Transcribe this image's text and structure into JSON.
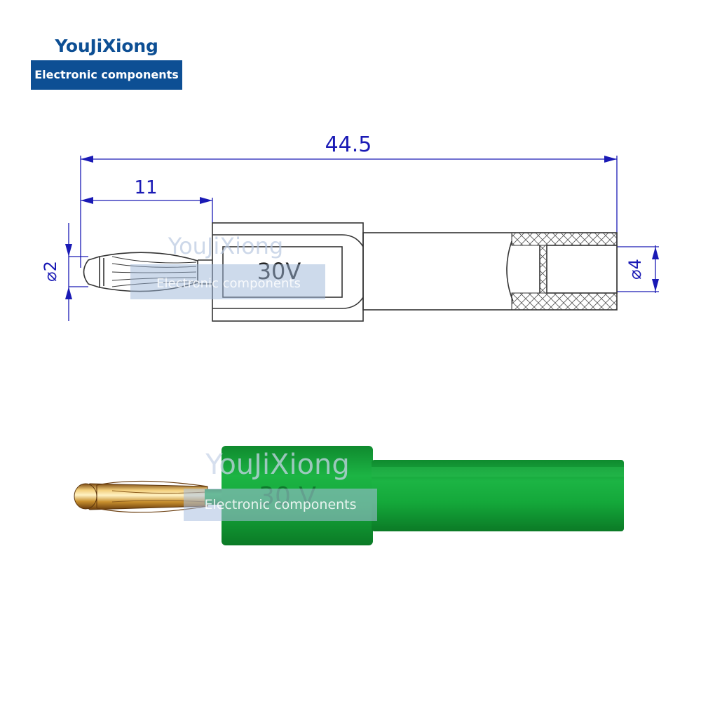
{
  "brand": {
    "name": "YouJiXiong",
    "tagline": "Electronic components",
    "color": "#0d4f94"
  },
  "drawing": {
    "overall_length": "44.5",
    "tip_length": "11",
    "tip_diameter": "⌀2",
    "socket_diameter": "⌀4",
    "voltage_marking": "30V",
    "dimension_color": "#1a1ab5"
  },
  "product_photo": {
    "body_color": "#14a83a",
    "plug_color": "gold",
    "printed_marking": "30 V"
  },
  "watermark": {
    "name": "YouJiXiong",
    "tagline": "Electronic components"
  }
}
